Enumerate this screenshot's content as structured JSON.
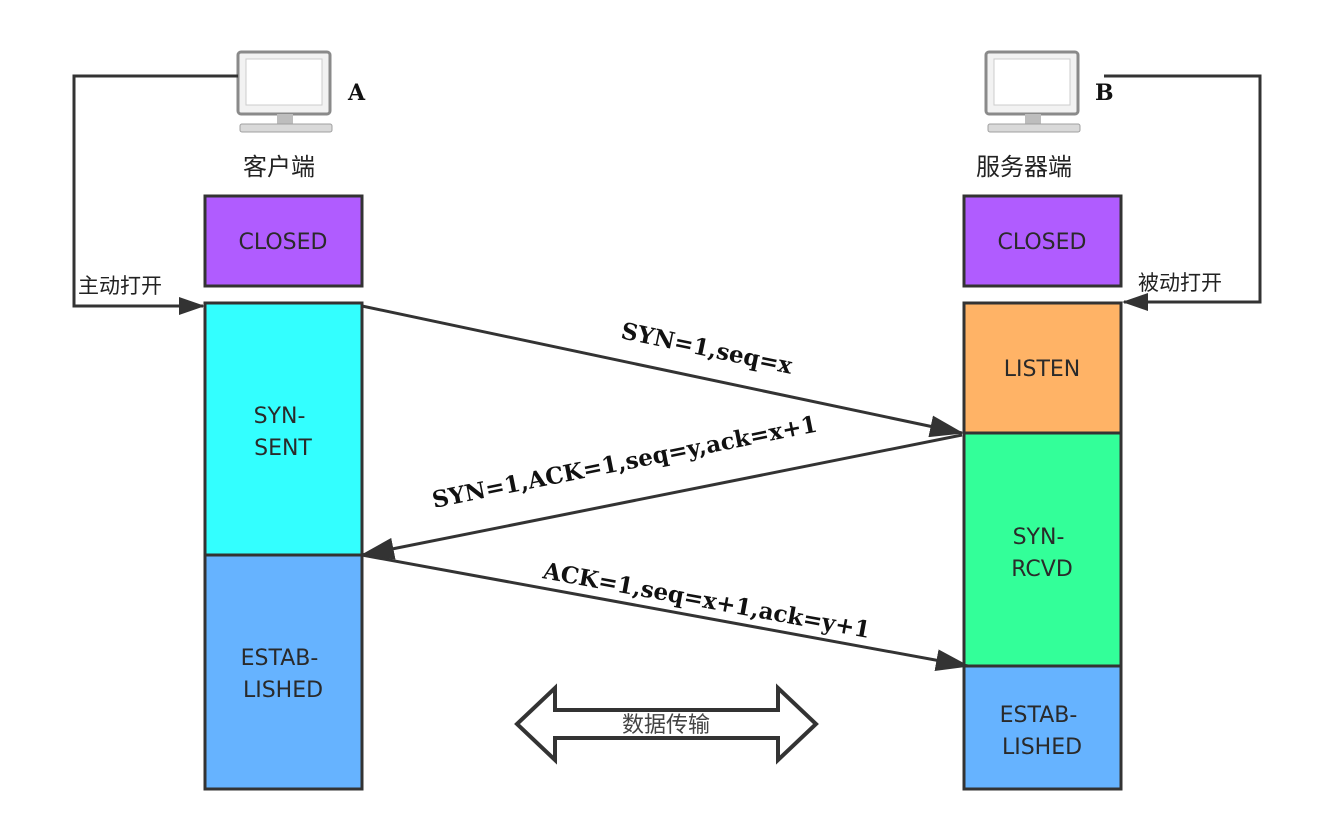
{
  "client": {
    "letter": "A",
    "label": "客户端",
    "open_label": "主动打开",
    "states": [
      "CLOSED",
      "SYN-SENT",
      "ESTAB-LISHED"
    ]
  },
  "server": {
    "letter": "B",
    "label": "服务器端",
    "open_label": "被动打开",
    "states": [
      "CLOSED",
      "LISTEN",
      "SYN-RCVD",
      "ESTAB-LISHED"
    ]
  },
  "messages": [
    {
      "text": "SYN=1,seq=x"
    },
    {
      "text": "SYN=1,ACK=1,seq=y,ack=x+1"
    },
    {
      "text": "ACK=1,seq=x+1,ack=y+1"
    }
  ],
  "data_transfer_label": "数据传输",
  "colors": {
    "closed": "#b05cff",
    "syn_sent": "#33ffff",
    "listen": "#ffb366",
    "syn_rcvd": "#33ff99",
    "established": "#66b3ff"
  }
}
